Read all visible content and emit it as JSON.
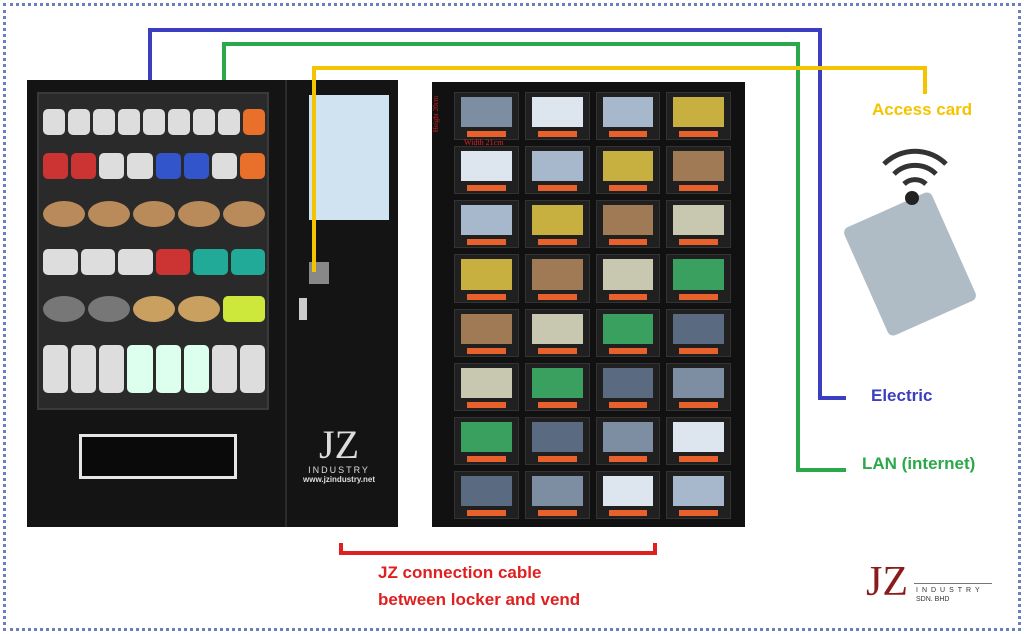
{
  "labels": {
    "access_card": "Access card",
    "electric": "Electric",
    "lan": "LAN (internet)",
    "cable_line1": "JZ connection cable",
    "cable_line2": "between locker and vend"
  },
  "vending": {
    "logo_text": "JZ",
    "logo_sub": "INDUSTRY",
    "website": "www.jzindustry.net"
  },
  "locker": {
    "height_note": "Height 20cm",
    "width_note": "Width 21cm"
  },
  "company_logo": {
    "mark": "JZ",
    "line1": "INDUSTRY",
    "line2": "SDN. BHD"
  },
  "colors": {
    "electric": "#3b3fbf",
    "lan": "#2aa84a",
    "access": "#f5c400",
    "cable": "#e02020"
  }
}
